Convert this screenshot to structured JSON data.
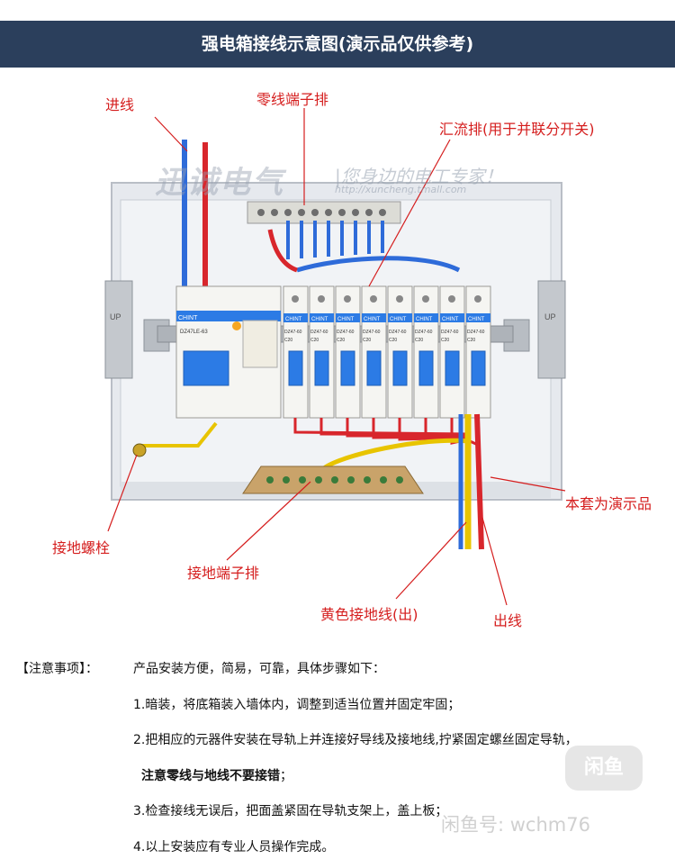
{
  "banner": {
    "title": "强电箱接线示意图(演示品仅供参考)"
  },
  "labels": {
    "incoming": "进线",
    "neutral_bar": "零线端子排",
    "busbar": "汇流排(用于并联分开关)",
    "demo": "本套为演示品",
    "ground_bolt": "接地螺栓",
    "ground_bar": "接地端子排",
    "yellow_ground": "黄色接地线(出)",
    "outgoing": "出线"
  },
  "watermark": {
    "brand": "迅诚电气",
    "slogan": "|您身边的电工专家！",
    "url": "http://xuncheng.tmall.com",
    "xianyu_badge": "闲鱼",
    "xianyu_id": "闲鱼号: wchm76"
  },
  "notes": {
    "heading": "【注意事项】：",
    "intro": "产品安装方便，简易，可靠，具体步骤如下：",
    "step1": "1.暗装，将底箱装入墙体内，调整到适当位置并固定牢固；",
    "step2": "2.把相应的元器件安装在导轨上并连接好导线及接地线,拧紧固定螺丝固定导轨，",
    "warning": "注意零线与地线不要接错",
    "warning_tail": "；",
    "step3": "3.检查接线无误后，把面盖紧固在导轨支架上，盖上板；",
    "step4": "4.以上安装应有专业人员操作完成。"
  },
  "device": {
    "main_breaker_brand": "CHINT",
    "main_breaker_model": "DZ47LE-63",
    "branch_brand": "CHINT",
    "branch_model": "DZ47-60",
    "branch_rating": "C20",
    "branch_count": 8,
    "rail_label": "UP",
    "colors": {
      "live": "#d8262c",
      "neutral": "#2e6bd9",
      "ground": "#e8c400",
      "breaker_blue": "#2c7be5"
    }
  }
}
